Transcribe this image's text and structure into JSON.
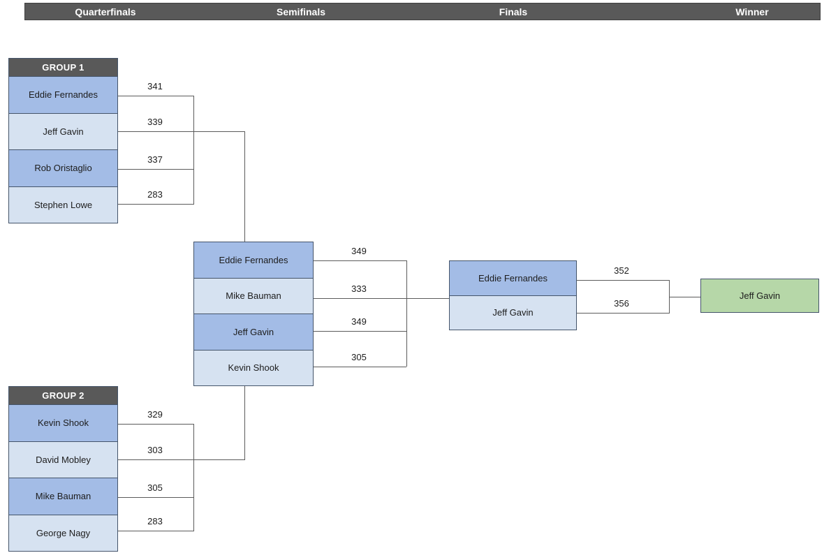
{
  "header": {
    "columns": [
      {
        "label": "Quarterfinals"
      },
      {
        "label": "Semifinals"
      },
      {
        "label": "Finals"
      },
      {
        "label": "Winner"
      }
    ]
  },
  "colors": {
    "round_bar_bg": "#595959",
    "group_header_bg": "#595959",
    "dark_cell": "#a3bce6",
    "light_cell": "#d6e2f1",
    "winner_cell": "#b6d7a8",
    "connector_line": "#5b5b5b",
    "cell_border": "#44546a"
  },
  "quarterfinals": {
    "group1": {
      "label": "GROUP 1",
      "players": [
        {
          "name": "Eddie Fernandes",
          "score": "341"
        },
        {
          "name": "Jeff Gavin",
          "score": "339"
        },
        {
          "name": "Rob Oristaglio",
          "score": "337"
        },
        {
          "name": "Stephen Lowe",
          "score": "283"
        }
      ]
    },
    "group2": {
      "label": "GROUP 2",
      "players": [
        {
          "name": "Kevin Shook",
          "score": "329"
        },
        {
          "name": "David Mobley",
          "score": "303"
        },
        {
          "name": "Mike Bauman",
          "score": "305"
        },
        {
          "name": "George Nagy",
          "score": "283"
        }
      ]
    }
  },
  "semifinals": {
    "players": [
      {
        "name": "Eddie Fernandes",
        "score": "349"
      },
      {
        "name": "Mike Bauman",
        "score": "333"
      },
      {
        "name": "Jeff Gavin",
        "score": "349"
      },
      {
        "name": "Kevin Shook",
        "score": "305"
      }
    ]
  },
  "finals": {
    "players": [
      {
        "name": "Eddie Fernandes",
        "score": "352"
      },
      {
        "name": "Jeff Gavin",
        "score": "356"
      }
    ]
  },
  "winner": {
    "name": "Jeff Gavin"
  }
}
